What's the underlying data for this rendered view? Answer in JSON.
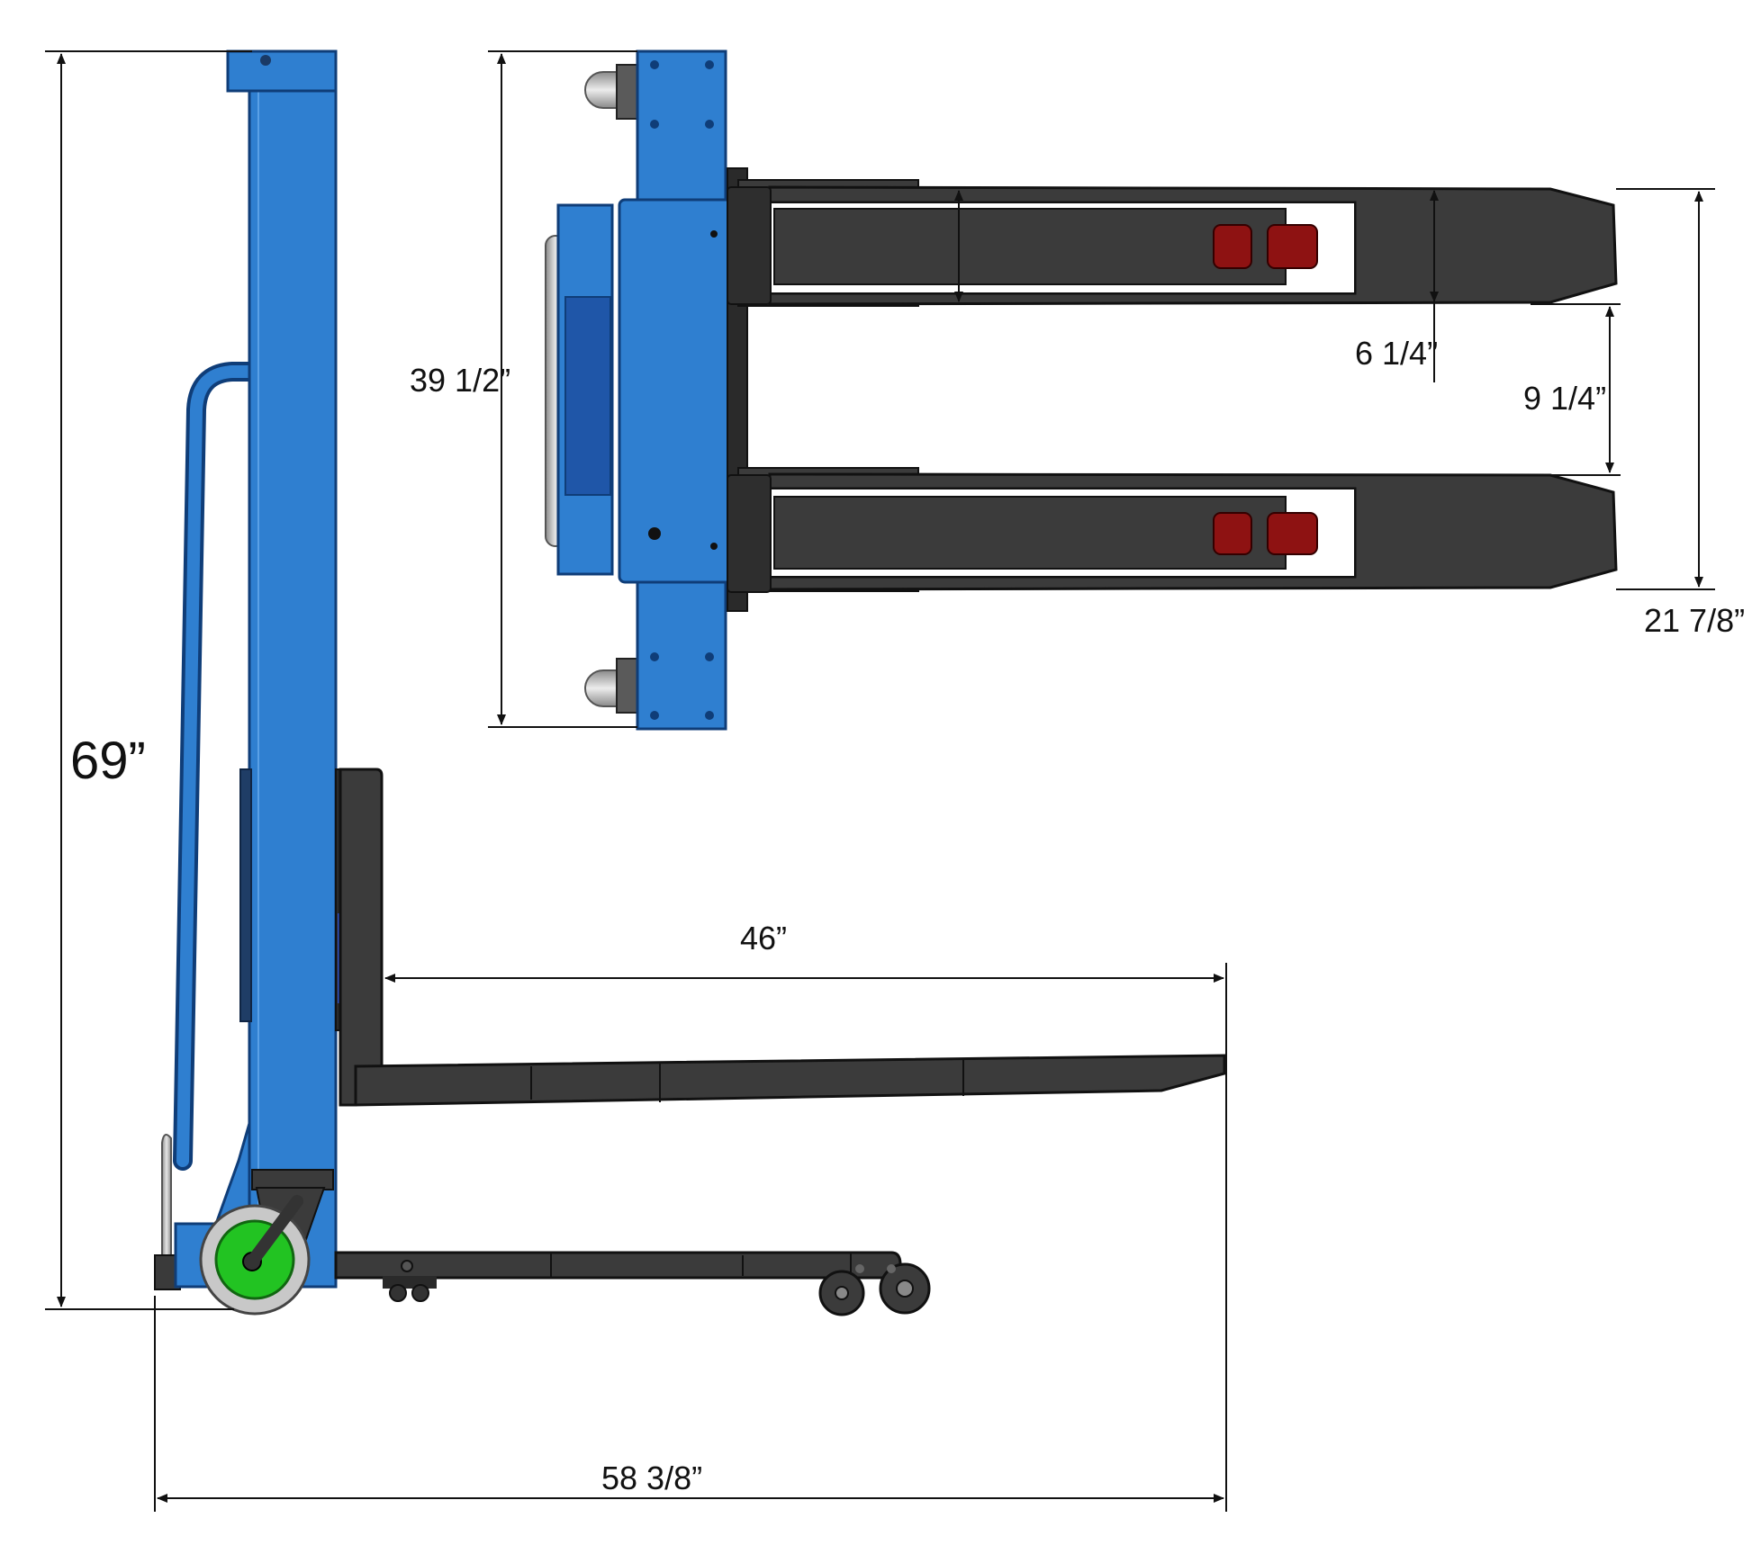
{
  "colors": {
    "mast_blue": "#2f7fd0",
    "mast_edge": "#0f3d78",
    "fork_dark": "#3b3b3b",
    "fork_edge": "#111111",
    "wheel_green": "#22c322",
    "wheel_gray": "#c8c8c8",
    "roller_red": "#8e1212",
    "chrome": "#b9b9b9",
    "dimension_line": "#111111"
  },
  "dimensions": {
    "height": "69”",
    "overall_length": "58 3/8”",
    "fork_length": "46”",
    "top_view_height": "39 1/2”",
    "fork_width": "6 1/4”",
    "fork_gap": "9 1/4”",
    "fork_spread": "21 7/8”"
  }
}
